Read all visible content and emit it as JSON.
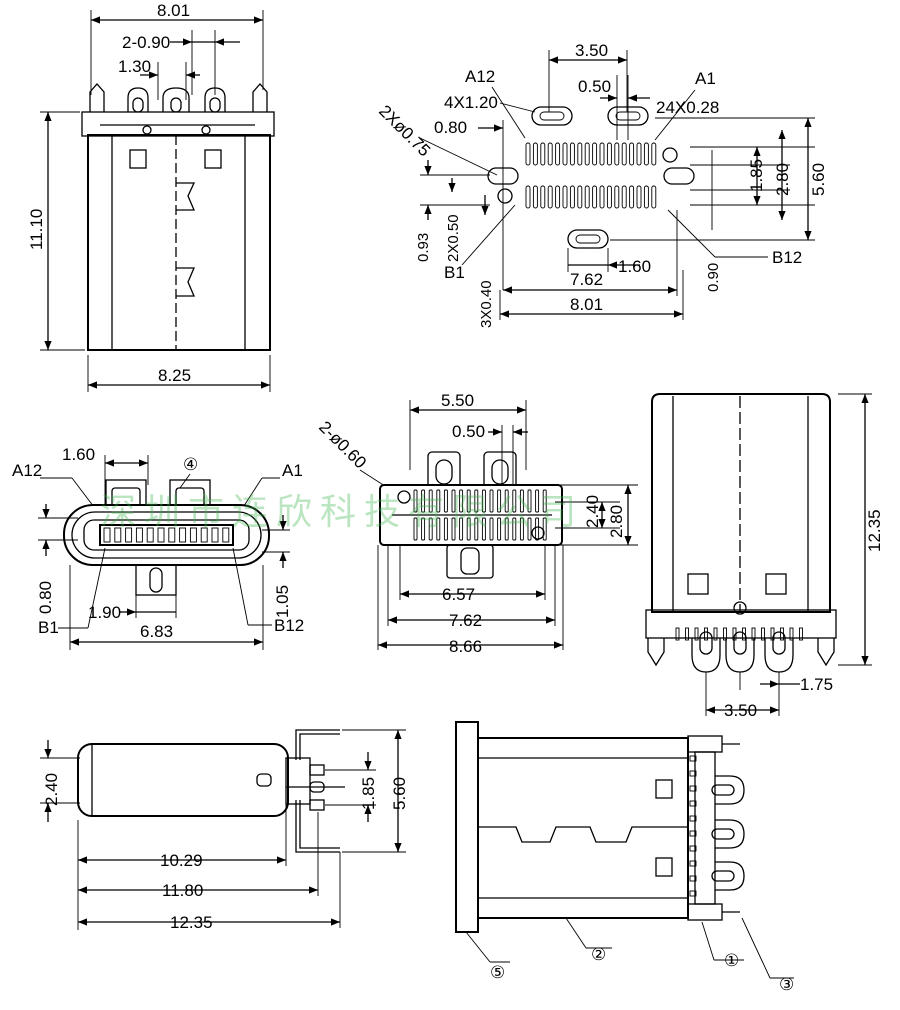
{
  "watermark": "深圳市连欣科技有限公司",
  "side_view": {
    "width": "8.01",
    "pin_pitch": "2-0.90",
    "pin_spacing": "1.30",
    "height": "11.10",
    "bottom_width": "8.25"
  },
  "footprint": {
    "pad_spacing": "3.50",
    "pin_pitch": "0.50",
    "label_a12": "A12",
    "label_a1": "A1",
    "slot_size": "4X1.20",
    "pad_width": "24X0.28",
    "offset": "0.80",
    "hole": "2Xø0.75",
    "row_spacing": "1.85",
    "row_span": "2.80",
    "total_height": "5.60",
    "dim_093": "0.93",
    "dim_2x050": "2X0.50",
    "label_b1": "B1",
    "dim_3x040": "3X0.40",
    "slot_width": "1.60",
    "row_width": "7.62",
    "total_width": "8.01",
    "dim_090": "0.90",
    "label_b12": "B12"
  },
  "front_view": {
    "top_width": "1.60",
    "callout": "④",
    "label_a12": "A12",
    "label_a1": "A1",
    "dim_080": "0.80",
    "dim_190": "1.90",
    "width": "6.83",
    "dim_105": "1.05",
    "label_b1": "B1",
    "label_b12": "B12"
  },
  "top_view": {
    "pad_spacing": "5.50",
    "pin_pitch": "0.50",
    "holes": "2-ø0.60",
    "row_spacing": "2.40",
    "row_span": "2.80",
    "inner_width": "6.57",
    "row_width": "7.62",
    "total_width": "8.66"
  },
  "rear_view": {
    "height": "12.35",
    "pin_offset": "1.75",
    "pin_spacing": "3.50"
  },
  "profile_view": {
    "height": "2.40",
    "pin_spacing": "1.85",
    "pin_height": "5.60",
    "length_1": "10.29",
    "length_2": "11.80",
    "length_3": "12.35"
  },
  "bottom_view": {
    "callout_1": "①",
    "callout_2": "②",
    "callout_3": "③",
    "callout_5": "⑤"
  }
}
